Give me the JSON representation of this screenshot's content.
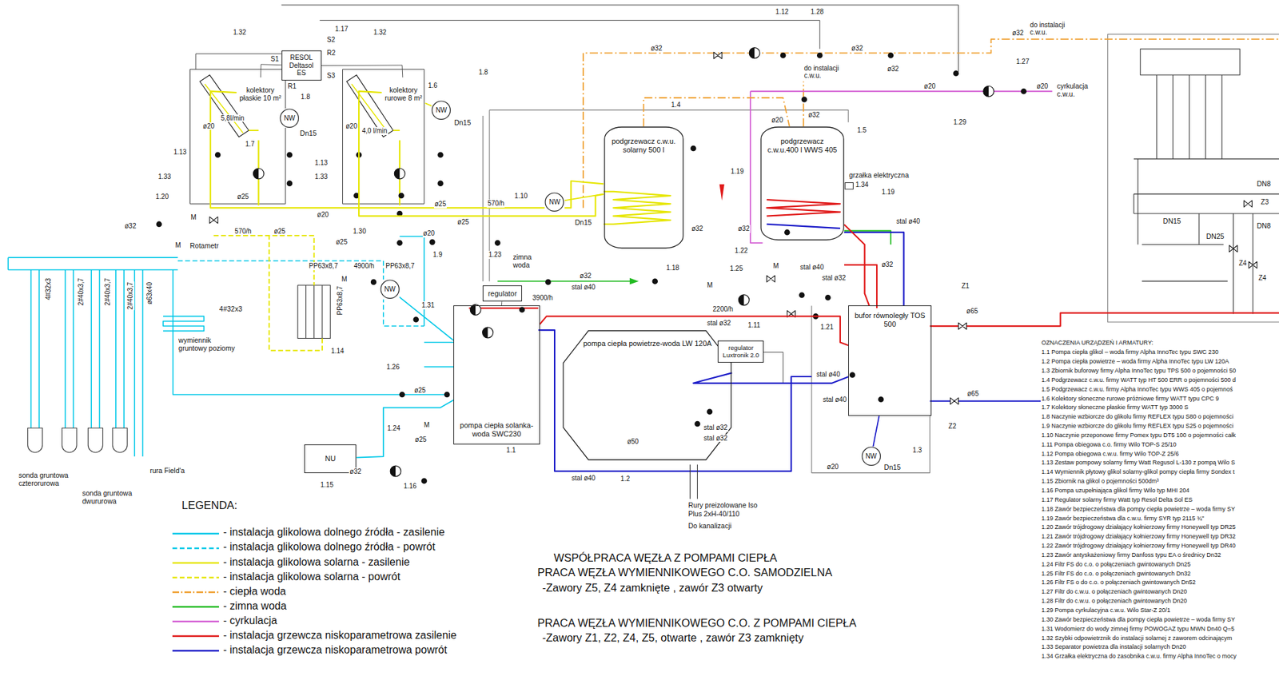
{
  "diagram": {
    "nodes": [
      {
        "text": [
          "RESOL Deltasol ES"
        ]
      },
      {
        "text": [
          "kolektory płaskie 10 m²"
        ]
      },
      {
        "text": [
          "kolektory rurowe 8 m²"
        ]
      },
      {
        "text": [
          "NW"
        ]
      },
      {
        "text": [
          "NW"
        ]
      },
      {
        "text": [
          "podgrzewacz c.w.u. solarny 500 l"
        ]
      },
      {
        "text": [
          "podgrzewacz c.w.u.400 l WWS 405"
        ]
      },
      {
        "text": [
          "NW"
        ]
      },
      {
        "text": [
          "regulator"
        ]
      },
      {
        "text": [
          "NW"
        ]
      },
      {
        "text": [
          "pompa ciepła solanka-woda SWC230"
        ]
      },
      {
        "text": [
          "pompa ciepła powietrze-woda LW 120A"
        ]
      },
      {
        "text": [
          "regulator Luxtronik 2.0"
        ]
      },
      {
        "text": [
          "bufor równoległy TOS 500"
        ]
      },
      {
        "text": [
          "NW"
        ]
      },
      {
        "text": [
          "NU"
        ]
      }
    ],
    "edges": [
      {
        "from": 0,
        "to": 1,
        "arrow": "none"
      },
      {
        "from": 0,
        "to": 2,
        "arrow": "none"
      },
      {
        "from": 1,
        "to": 5,
        "arrow": "none"
      },
      {
        "from": 2,
        "to": 5,
        "arrow": "none"
      },
      {
        "from": 8,
        "to": 10,
        "arrow": "none"
      },
      {
        "from": 10,
        "to": 13,
        "arrow": "none"
      },
      {
        "from": 11,
        "to": 13,
        "arrow": "none"
      },
      {
        "from": 13,
        "to": 6,
        "arrow": "none"
      },
      {
        "from": 12,
        "to": 11,
        "arrow": "none"
      },
      {
        "from": 15,
        "to": 10,
        "arrow": "none"
      },
      {
        "from": 9,
        "to": 10,
        "arrow": "none"
      },
      {
        "from": 3,
        "to": 1,
        "arrow": "none"
      },
      {
        "from": 4,
        "to": 2,
        "arrow": "none"
      },
      {
        "from": 7,
        "to": 5,
        "arrow": "none"
      },
      {
        "from": 14,
        "to": 13,
        "arrow": "none"
      },
      {
        "from": 5,
        "to": 6,
        "arrow": "none"
      }
    ],
    "labels": [
      "1.32",
      "1.17",
      "1.32",
      "1.12",
      "1.28",
      "1.8",
      "1.6",
      "1.8",
      "1.7",
      "1.13",
      "1.13",
      "1.33",
      "1.33",
      "1.20",
      "1.4",
      "1.5",
      "1.19",
      "1.19",
      "1.34",
      "1.27",
      "1.29",
      "1.10",
      "1.30",
      "1.9",
      "1.23",
      "1.18",
      "1.25",
      "1.22",
      "1.11",
      "1.21",
      "1.31",
      "1.14",
      "1.26",
      "1.24",
      "1.16",
      "1.15",
      "1.1",
      "1.2",
      "1.3",
      "Z1",
      "Z2",
      "Z3",
      "Z4",
      "Z4",
      "S1",
      "S2",
      "S3",
      "R1",
      "R2",
      "ø32",
      "do instalacji c.w.u.",
      "ø32",
      "ø32",
      "do instalacji c.w.u.",
      "ø32",
      "ø20",
      "ø20",
      "cyrkulacja c.w.u.",
      "ø32",
      "ø20",
      "ø20",
      "ø20",
      "5,8l/min",
      "4,0 l/min",
      "ø25",
      "ø20",
      "ø25",
      "ø25",
      "570/h",
      "570/h",
      "ø25",
      "ø32",
      "ø20",
      "ø25",
      "PP63x8,7",
      "4900/h",
      "PP63x8,7",
      "ø32",
      "3900/h",
      "stal ø40",
      "2200/h",
      "stal ø32",
      "stal ø40",
      "stal ø32",
      "stal ø40",
      "ø32",
      "ø65",
      "ø65",
      "stal ø40",
      "stal ø40",
      "stal ø40",
      "stal ø32",
      "stal ø32",
      "ø50",
      "ø20",
      "ø32",
      "ø32",
      "ø25",
      "ø32",
      "ø25",
      "Rotametr",
      "4#32x3",
      "wymiennik gruntowy poziomy",
      "sonda gruntowa czterorurowa",
      "sonda gruntowa dwururowa",
      "rura Field'a",
      "Rury preizolowane Iso Plus 2xH-40/110",
      "Do kanalizacji",
      "zimna woda",
      "grzałka elektryczna",
      "DN15",
      "DN25",
      "DN8",
      "DN8",
      "Dn15",
      "Dn15",
      "Dn15",
      "Dn15",
      "M",
      "M",
      "M",
      "M",
      "M",
      "M",
      "4#32x3",
      "2#40x3,7",
      "2#40x3,7",
      "2#40x3,7",
      "ø63x40",
      "PP63x8,7",
      "LEGENDA:",
      "WSPÓŁPRACA WĘZŁA Z POMPAMI CIEPŁA",
      "PRACA WĘZŁA WYMIENNIKOWEGO C.O. SAMODZIELNA",
      "-Zawory Z5, Z4 zamknięte , zawór Z3 otwarty",
      "PRACA WĘZŁA WYMIENNIKOWEGO C.O. Z POMPAMI CIEPŁA",
      "-Zawory Z1, Z2, Z4, Z5, otwarte , zawór Z3 zamknięty",
      "OZNACZENIA URZĄDZEŃ I ARMATURY:",
      "1.1 Pompa ciepła glikol – woda firmy Alpha InnoTec typu SWC 230",
      "1.2 Pompa ciepła powietrze – woda firmy Alpha InnoTec typu LW 120A",
      "1.3 Zbiornik buforowy firmy Alpha InnoTec typu TPS 500 o pojemności 50",
      "1.4 Podgrzewacz c.w.u. firmy WATT typ HT 500 ERR o pojemności 500 d",
      "1.5 Podgrzewacz c.w.u. firmy Alpha InnoTec typu WWS 405 o pojemnoś",
      "1.6 Kolektory słoneczne rurowe próżniowe firmy WATT typu CPC 9",
      "1.7 Kolektory słoneczne płaskie firmy WATT typ 3000 S",
      "1.8 Naczynie wzbiorcze do glikolu firmy REFLEX typu S80 o pojemności",
      "1.9 Naczynie wzbiorcze do glikolu firmy REFLEX typu S25 o pojemności",
      "1.10 Naczynie przeponowe firmy Pomex typu DT5 100 o pojemności całk",
      "1.11 Pompa obiegowa c.o. firmy Wilo TOP-S 25/10",
      "1.12 Pompa obiegowa c.w.u. firmy Wilo TOP-Z 25/6",
      "1.13 Zestaw pompowy solarny firmy Watt Regusol L-130 z pompą Wilo S",
      "1.14 Wymiennik płytowy glikol solarny-glikol pompy ciepła firmy Sondex t",
      "1.15 Zbiornik na glikol o pojemności 500dm³",
      "1.16 Pompa uzupełniająca glikol firmy Wilo typ MHI 204",
      "1.17 Regulator solarny firmy Watt typ Resol Delta Sol ES",
      "1.18 Zawór bezpieczeństwa dla pompy ciepła powietrze – woda firmy SY",
      "1.19 Zawór bezpieczeństwa dla c.w.u. firmy SYR typ 2115 ¾\"",
      "1.20 Zawór trójdrogowy działający kołnierzowy firmy Honeywell typ DR25",
      "1.21 Zawór trójdrogowy działający kołnierzowy firmy Honeywell typ DR32",
      "1.22 Zawór trójdrogowy działający kołnierzowy firmy Honeywell typ DR40",
      "1.23 Zawór antyskażeniowy firmy Danfoss typu EA o średnicy Dn32",
      "1.24 Filtr FS do c.o. o połączeniach gwintowanych Dn25",
      "1.25 Filtr FS do c.o. o połączeniach gwintowanych Dn32",
      "1.26 Filtr FS o do c.o. o połączeniach gwintowanych Dn52",
      "1.27 Filtr do c.w.u. o połączeniach gwintowanych Dn20",
      "1.28 Filtr do c.w.u. o połączeniach gwintowanych Dn20",
      "1.29 Pompa cyrkulacyjna c.w.u. Wilo Star-Z 20/1",
      "1.30 Zawór bezpieczeństwa dla pompy ciepła powietrze – woda firmy SY",
      "1.31 Wodomierz do wody zimnej firmy POWOGAZ typu MWN Dn40 Q=5",
      "1.32 Szybki odpowietrznik do instalacji solarnej z zaworem odcinającym",
      "1.33 Separator powietrza dla instalacji solarnych Dn20",
      "1.34 Grzałka elektryczna do zasobnika c.w.u. firmy Alpha InnoTec o mocy"
    ],
    "legend": [
      {
        "text": "- instalacja glikolowa dolnego źródła - zasilenie",
        "color": "#00c8e8"
      },
      {
        "text": "- instalacja glikolowa dolnego źródła - powrót",
        "color": "#00c8e8"
      },
      {
        "text": "- instalacja glikolowa solarna - zasilenie",
        "color": "#e6e600"
      },
      {
        "text": "- instalacja glikolowa solarna - powrót",
        "color": "#e6e600"
      },
      {
        "text": "- ciepła woda",
        "color": "#f0a030"
      },
      {
        "text": "- zimna woda",
        "color": "#22bb22"
      },
      {
        "text": "- cyrkulacja",
        "color": "#d45fd4"
      },
      {
        "text": "- instalacja grzewcza niskoparametrowa zasilenie",
        "color": "#e01818"
      },
      {
        "text": "- instalacja grzewcza niskoparametrowa powrót",
        "color": "#1a1ac8"
      }
    ]
  }
}
